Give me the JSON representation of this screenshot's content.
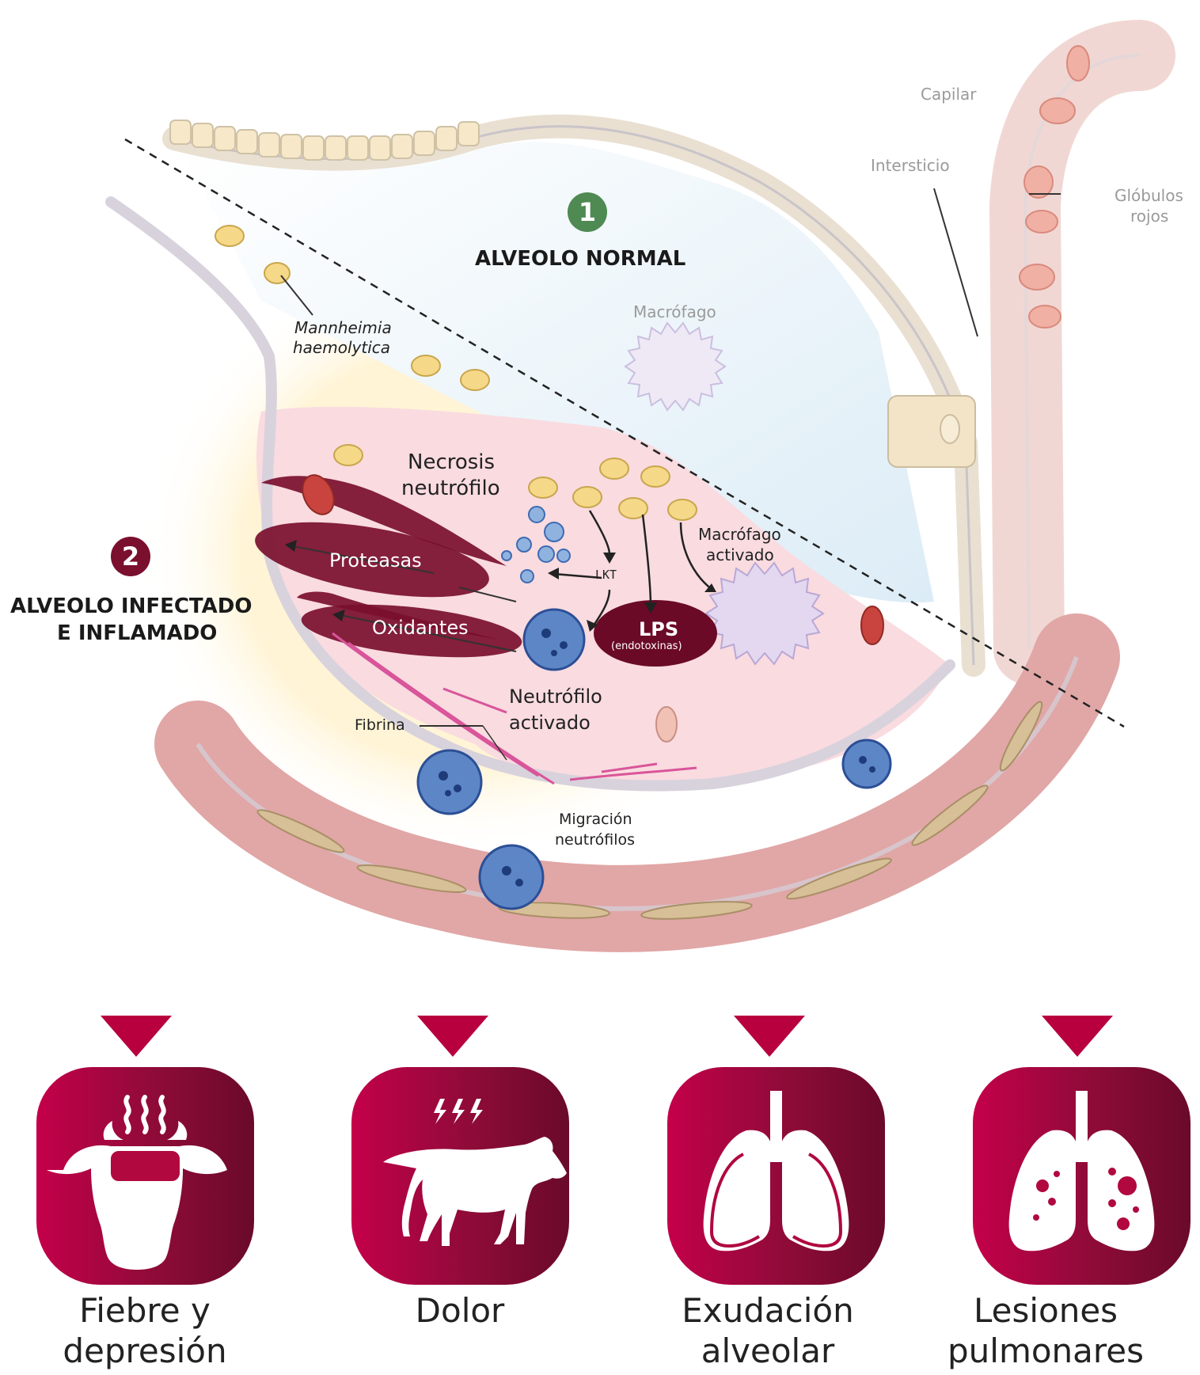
{
  "sections": {
    "normal": {
      "number": "1",
      "title": "ALVEOLO NORMAL",
      "color": "#4f8a52"
    },
    "infected": {
      "number": "2",
      "title_line1": "ALVEOLO INFECTADO",
      "title_line2": "E INFLAMADO",
      "color": "#7a0f2e"
    }
  },
  "labels": {
    "capilar": "Capilar",
    "intersticio": "Intersticio",
    "globulos_line1": "Glóbulos",
    "globulos_line2": "rojos",
    "macrofago": "Macrófago",
    "mannheimia_line1": "Mannheimia",
    "mannheimia_line2": "haemolytica",
    "necrosis_line1": "Necrosis",
    "necrosis_line2": "neutrófilo",
    "macrofago_activado_line1": "Macrófago",
    "macrofago_activado_line2": "activado",
    "proteasas": "Proteasas",
    "lkt": "LKT",
    "oxidantes": "Oxidantes",
    "lps": "LPS",
    "endotoxinas": "(endotoxinas)",
    "neutrofilo_activado_line1": "Neutrófilo",
    "neutrofilo_activado_line2": "activado",
    "fibrina": "Fibrina",
    "migracion_line1": "Migración",
    "migracion_line2": "neutrófilos"
  },
  "outcomes": [
    {
      "line1": "Fiebre y",
      "line2": "depresión",
      "icon": "cow-head-fever-icon"
    },
    {
      "line1": "Dolor",
      "line2": "",
      "icon": "cow-pain-icon"
    },
    {
      "line1": "Exudación",
      "line2": "alveolar",
      "icon": "lungs-icon"
    },
    {
      "line1": "Lesiones",
      "line2": "pulmonares",
      "icon": "lungs-lesions-icon"
    }
  ],
  "colors": {
    "accent": "#b8003f",
    "tile_dark": "#6a0a2a"
  }
}
